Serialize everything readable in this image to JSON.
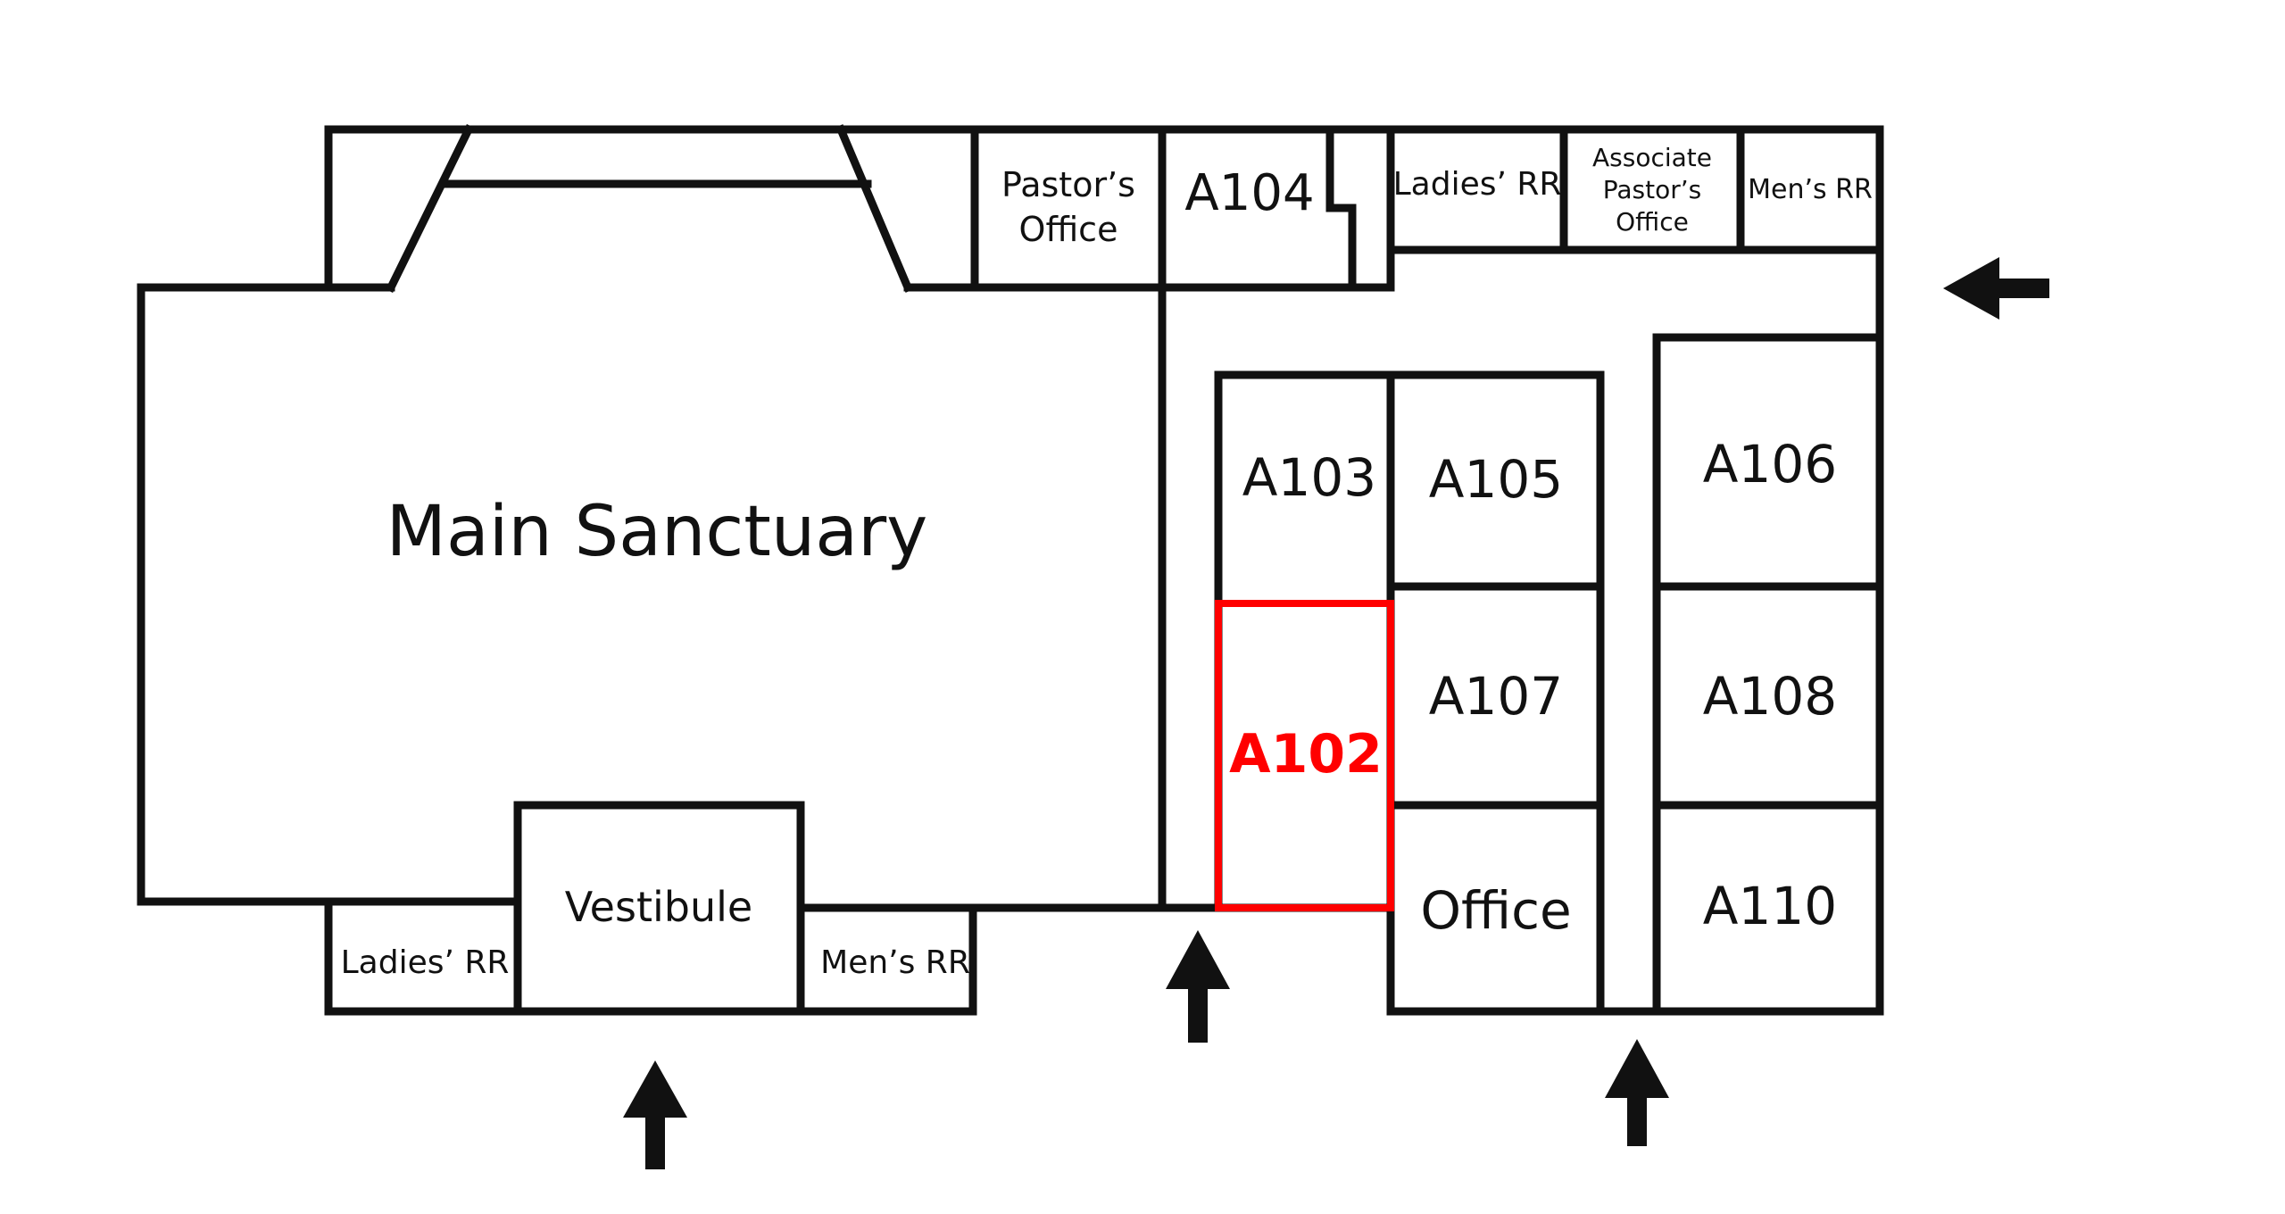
{
  "colors": {
    "wall": "#111111",
    "highlight": "#ff0000",
    "background": "#ffffff"
  },
  "highlighted_room": "A102",
  "rooms": {
    "main_sanctuary": "Main Sanctuary",
    "vestibule": "Vestibule",
    "ladies_rr_bottom": "Ladies’ RR",
    "mens_rr_bottom": "Men’s RR",
    "pastors_office": [
      "Pastor’s",
      "Office"
    ],
    "a104": "A104",
    "ladies_rr_top": "Ladies’ RR",
    "associate_pastors_office": [
      "Associate",
      "Pastor’s",
      "Office"
    ],
    "mens_rr_top": "Men’s RR",
    "a103": "A103",
    "a102": "A102",
    "a105": "A105",
    "a107": "A107",
    "office": "Office",
    "a106": "A106",
    "a108": "A108",
    "a110": "A110"
  },
  "entrances": [
    "arrow-up",
    "arrow-up",
    "arrow-up",
    "arrow-left"
  ]
}
